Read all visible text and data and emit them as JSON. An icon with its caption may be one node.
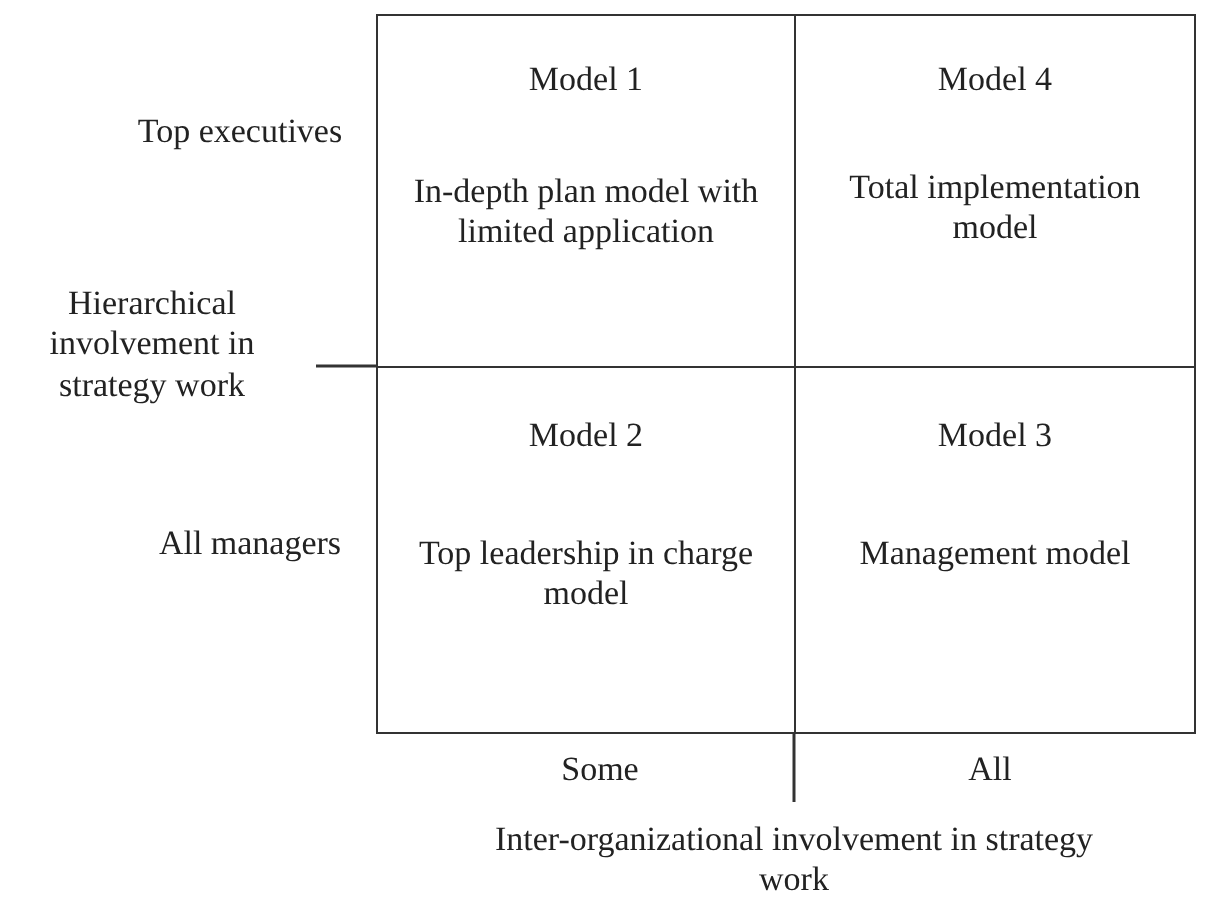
{
  "diagram": {
    "nodes": [
      {
        "text": [
          "Model 1",
          "In-depth plan model with limited application"
        ]
      },
      {
        "text": [
          "Model 4",
          "Total implementation model"
        ]
      },
      {
        "text": [
          "Model 2",
          "Top leadership in charge model"
        ]
      },
      {
        "text": [
          "Model 3",
          "Management model"
        ]
      }
    ],
    "edges": [],
    "labels": [
      "Top executives",
      "Hierarchical involvement in strategy work",
      "All managers",
      "Some",
      "All",
      "Inter-organizational involvement in strategy work"
    ]
  }
}
